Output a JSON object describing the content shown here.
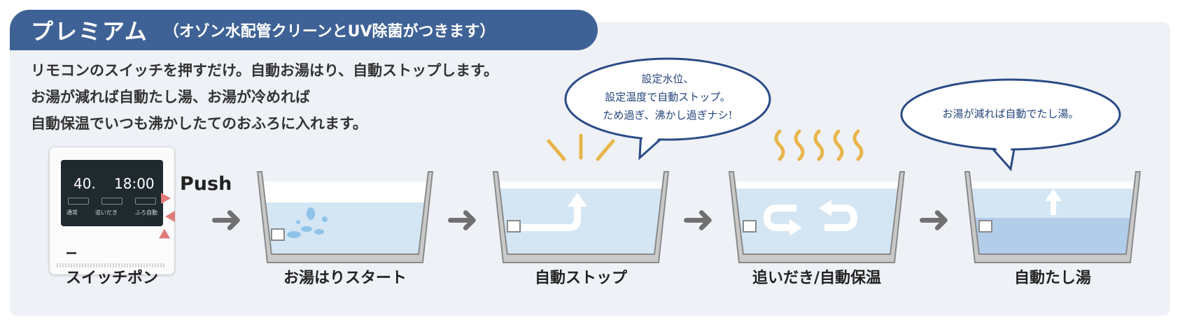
{
  "banner": {
    "title": "プレミアム",
    "subtitle": "（オゾン水配管クリーンとUV除菌がつきます）"
  },
  "description": [
    "リモコンのスイッチを押すだけ。自動お湯はり、自動ストップします。",
    "お湯が減れば自動たし湯、お湯が冷めれば",
    "自動保温でいつも沸かしたてのおふろに入れます。"
  ],
  "remote": {
    "temperature": "40.",
    "time": "18:00",
    "buttons": [
      "通常",
      "追いだき",
      "ふろ自動"
    ],
    "caption": "スイッチポン"
  },
  "push_label": "Push",
  "steps": [
    {
      "caption": "お湯はりスタート"
    },
    {
      "caption": "自動ストップ",
      "bubble": [
        "設定水位、",
        "設定温度で自動ストップ。",
        "ため過ぎ、沸かし過ぎナシ!"
      ]
    },
    {
      "caption": "追いだき/自動保温"
    },
    {
      "caption": "自動たし湯",
      "bubble": [
        "お湯が減れば自動でたし湯。"
      ]
    }
  ],
  "colors": {
    "banner": "#3f6296",
    "panel": "#eef1f6",
    "water": "#d4e6f4",
    "water_dark": "#b2cde9",
    "bubble_border": "#2a4b86",
    "steam": "#e8b54a",
    "arrow": "#707070"
  }
}
